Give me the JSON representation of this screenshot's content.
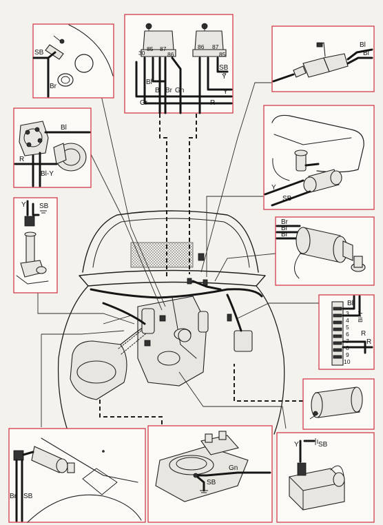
{
  "panels": {
    "top_left": {
      "labels": [
        "SB",
        "Br"
      ]
    },
    "relays": {
      "labels": [
        "30",
        "85",
        "87",
        "86",
        "86",
        "87",
        "85",
        "SB",
        "Bl",
        "Bl",
        "Br",
        "Gn",
        "Y",
        "Gr",
        "R",
        "Y"
      ]
    },
    "top_right": {
      "labels": [
        "Bl",
        "Bl"
      ]
    },
    "distributor": {
      "labels": [
        "Bl",
        "R",
        "Bl-Y"
      ]
    },
    "tank": {
      "labels": [
        "Y",
        "SB"
      ]
    },
    "left_sensor": {
      "labels": [
        "Y",
        "SB"
      ]
    },
    "right_motor": {
      "labels": [
        "Br",
        "Bl",
        "Br"
      ]
    },
    "fuse_box": {
      "labels": [
        "Bl",
        "Bl-Y",
        "R",
        "R"
      ],
      "numbers": [
        "3",
        "4",
        "5",
        "6",
        "7",
        "8",
        "9",
        "10"
      ]
    },
    "bottom_left": {
      "labels": [
        "Br",
        "SB"
      ]
    },
    "bottom_center": {
      "labels": [
        "SB",
        "Gn"
      ]
    },
    "bottom_right": {
      "labels": [
        "Y",
        "SB"
      ]
    }
  },
  "colors": {
    "frame": "#d23a4a",
    "wire": "#151515",
    "paper": "#fbfaf6"
  }
}
